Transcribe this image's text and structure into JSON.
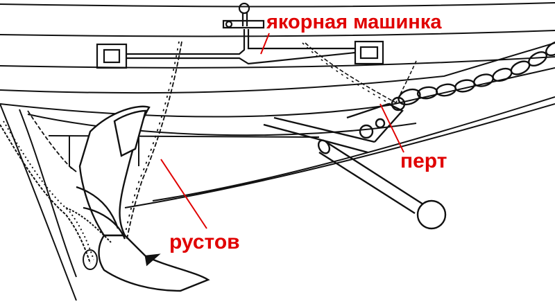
{
  "labels": {
    "windlass": "якорная машинка",
    "pert": "перт",
    "rustov": "рустов"
  },
  "colors": {
    "ink": "#111111",
    "label": "#e00000",
    "leader": "#e00000",
    "background": "#ffffff"
  },
  "parts": [
    "hull-planks",
    "windlass",
    "anchor",
    "anchor-stock",
    "anchor-chain",
    "rustov-chain",
    "pert-chain",
    "rope-lashing"
  ]
}
